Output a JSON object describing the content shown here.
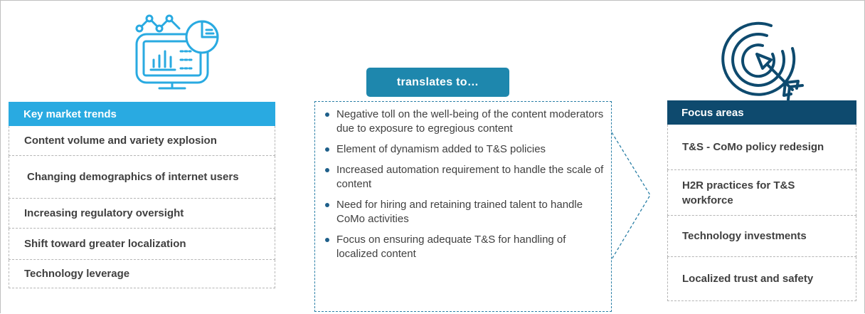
{
  "trends": {
    "header": "Key market trends",
    "items": [
      "Content volume and variety explosion",
      "Changing demographics of internet users",
      "Increasing regulatory oversight",
      "Shift toward greater localization",
      "Technology leverage"
    ]
  },
  "bridge": {
    "label": "translates to…",
    "items": [
      "Negative toll on the well-being of the content moderators due to exposure to egregious content",
      "Element of dynamism added to T&S policies",
      "Increased automation requirement to handle the scale of content",
      "Need for hiring and retaining trained talent to handle CoMo activities",
      "Focus on ensuring adequate T&S for handling of localized content"
    ]
  },
  "focus": {
    "header": "Focus areas",
    "items": [
      "T&S - CoMo policy redesign",
      "H2R practices for T&S workforce",
      "Technology investments",
      "Localized trust and safety"
    ]
  },
  "colors": {
    "trends_header": "#29aae1",
    "badge": "#1e87ad",
    "focus_header": "#0e4a6e",
    "icon_light": "#29aae1",
    "icon_dark": "#0e4a6e"
  },
  "icons": {
    "left": "analytics-dashboard-icon",
    "right": "target-arrow-icon"
  }
}
